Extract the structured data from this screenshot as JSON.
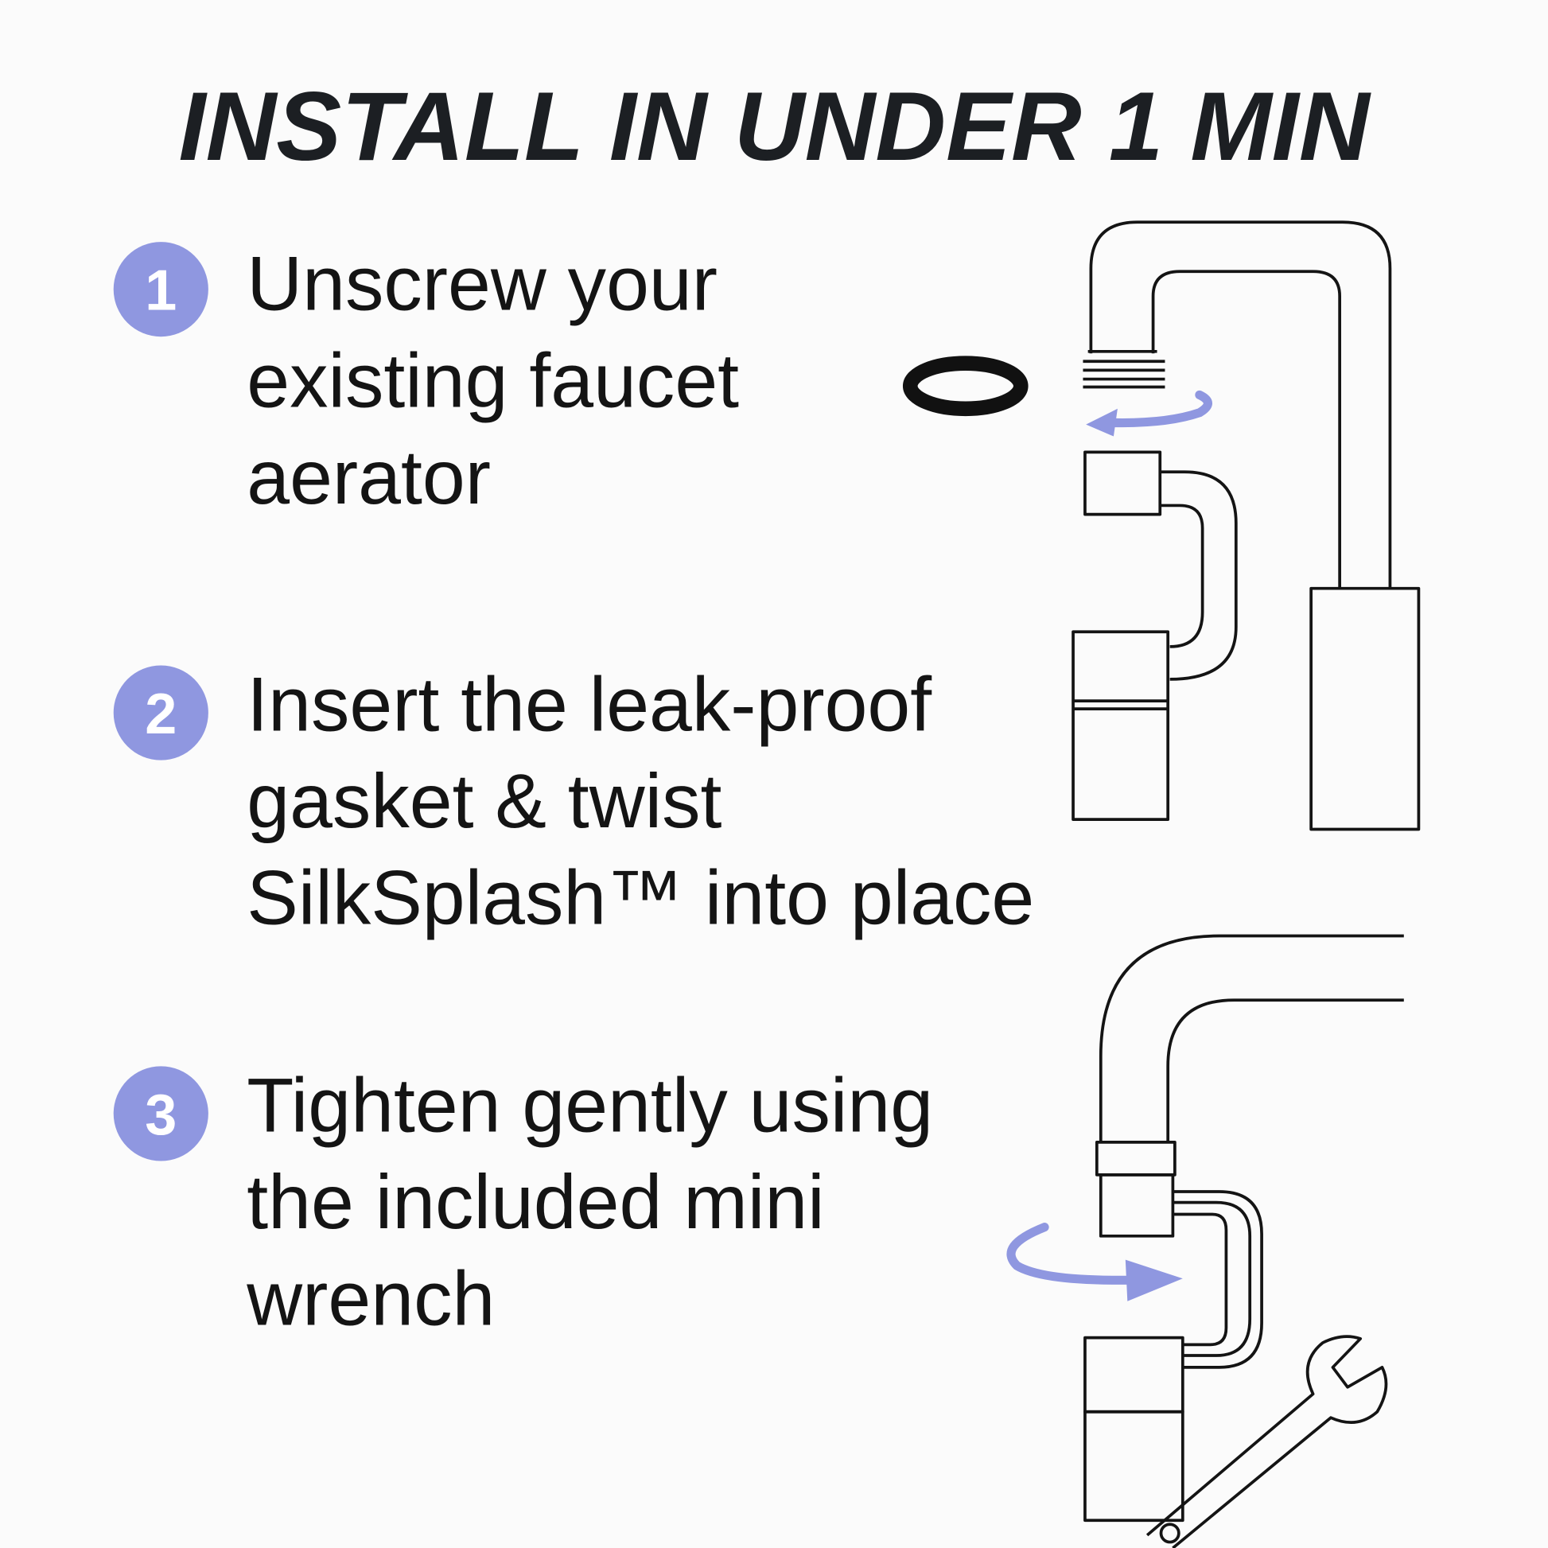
{
  "title": "INSTALL IN UNDER 1 MIN",
  "accent_color": "#8f97e0",
  "steps": [
    {
      "number": "1",
      "lines": [
        "Unscrew your",
        "existing faucet",
        "aerator"
      ]
    },
    {
      "number": "2",
      "lines": [
        "Insert the leak-proof",
        "gasket & twist",
        "SilkSplash™ into place"
      ]
    },
    {
      "number": "3",
      "lines": [
        "Tighten gently using",
        "the included mini",
        "wrench"
      ]
    }
  ]
}
